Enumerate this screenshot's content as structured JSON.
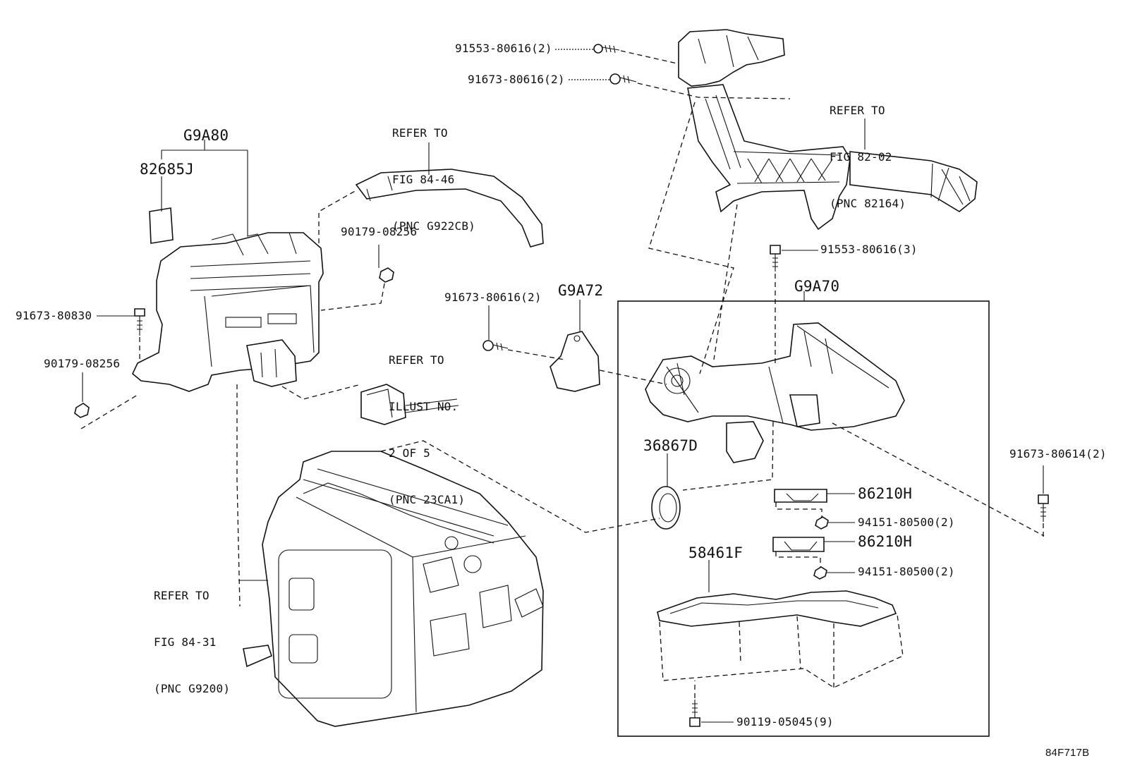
{
  "diagram_id": "84F717B",
  "labels": {
    "g9a80": "G9A80",
    "p82685j": "82685J",
    "p91673_80830": "91673-80830",
    "p90179_08256_a": "90179-08256",
    "p90179_08256_b": "90179-08256",
    "p91553_80616_2": "91553-80616(2)",
    "p91673_80616_2_a": "91673-80616(2)",
    "p91673_80616_2_b": "91673-80616(2)",
    "g9a72": "G9A72",
    "p91553_80616_3": "91553-80616(3)",
    "g9a70": "G9A70",
    "p91673_80614_2": "91673-80614(2)",
    "p36867d": "36867D",
    "p86210h_a": "86210H",
    "p86210h_b": "86210H",
    "p94151_80500_2_a": "94151-80500(2)",
    "p94151_80500_2_b": "94151-80500(2)",
    "p58461f": "58461F",
    "p90119_05045_9": "90119-05045(9)"
  },
  "refs": {
    "fig_84_46": [
      "REFER TO",
      "FIG 84-46",
      "(PNC G922CB)"
    ],
    "fig_82_02": [
      "REFER TO",
      "FIG 82-02",
      "(PNC 82164)"
    ],
    "illust_2of5": [
      "REFER TO",
      "ILLUST NO.",
      "2 OF 5",
      "(PNC 23CA1)"
    ],
    "fig_84_31": [
      "REFER TO",
      "FIG 84-31",
      "(PNC G9200)"
    ]
  }
}
